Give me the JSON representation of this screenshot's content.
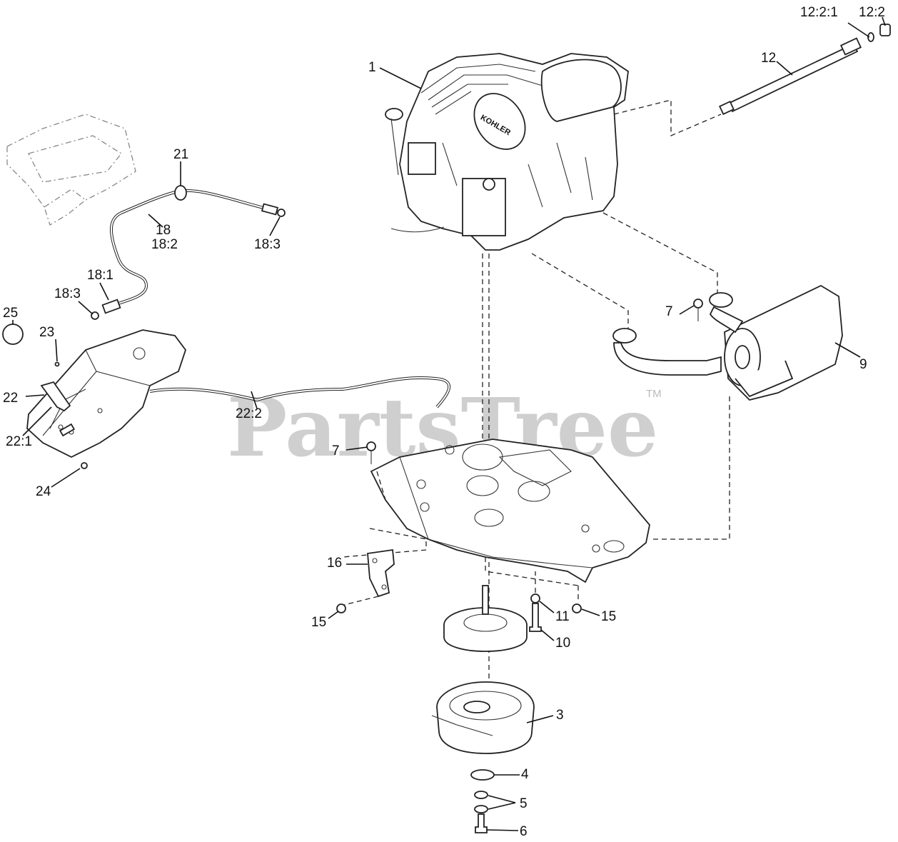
{
  "watermark": {
    "text": "PartsTree",
    "trademark": "TM"
  },
  "engine_badge": "KOHLER",
  "callouts": [
    {
      "id": "c-12-2-1",
      "text": "12:2:1"
    },
    {
      "id": "c-12-2",
      "text": "12:2"
    },
    {
      "id": "c-12",
      "text": "12"
    },
    {
      "id": "c-1",
      "text": "1"
    },
    {
      "id": "c-21",
      "text": "21"
    },
    {
      "id": "c-18",
      "text": "18"
    },
    {
      "id": "c-18-2",
      "text": "18:2"
    },
    {
      "id": "c-18-3a",
      "text": "18:3"
    },
    {
      "id": "c-18-1",
      "text": "18:1"
    },
    {
      "id": "c-18-3b",
      "text": "18:3"
    },
    {
      "id": "c-25",
      "text": "25"
    },
    {
      "id": "c-23",
      "text": "23"
    },
    {
      "id": "c-22",
      "text": "22"
    },
    {
      "id": "c-22-1",
      "text": "22:1"
    },
    {
      "id": "c-22-2",
      "text": "22:2"
    },
    {
      "id": "c-24",
      "text": "24"
    },
    {
      "id": "c-7a",
      "text": "7"
    },
    {
      "id": "c-9",
      "text": "9"
    },
    {
      "id": "c-7b",
      "text": "7"
    },
    {
      "id": "c-16",
      "text": "16"
    },
    {
      "id": "c-15a",
      "text": "15"
    },
    {
      "id": "c-11",
      "text": "11"
    },
    {
      "id": "c-15b",
      "text": "15"
    },
    {
      "id": "c-10",
      "text": "10"
    },
    {
      "id": "c-3",
      "text": "3"
    },
    {
      "id": "c-4",
      "text": "4"
    },
    {
      "id": "c-5",
      "text": "5"
    },
    {
      "id": "c-6",
      "text": "6"
    }
  ]
}
